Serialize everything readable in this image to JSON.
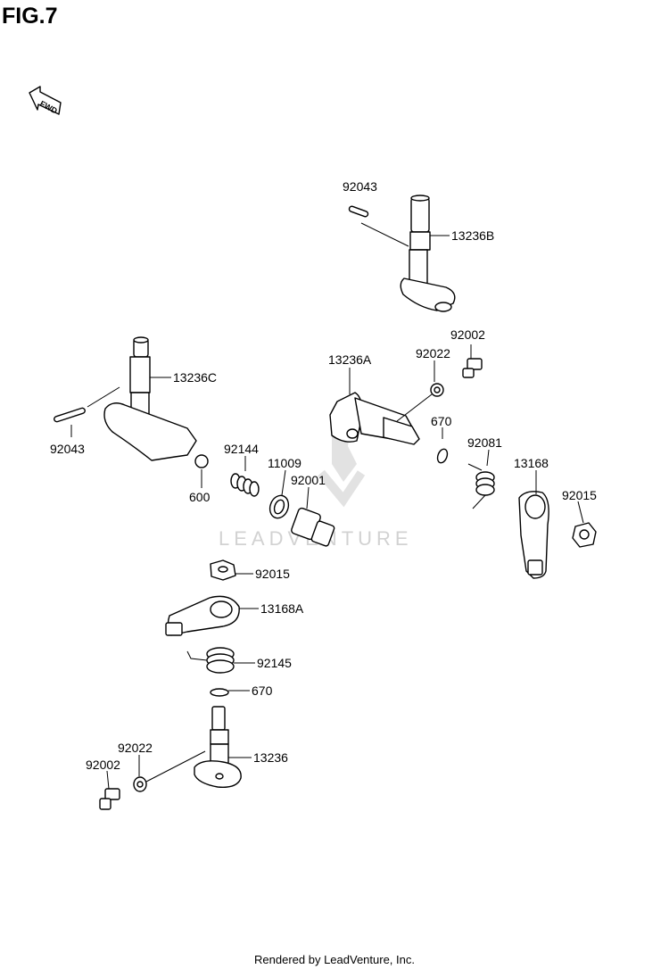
{
  "figure": {
    "title": "FIG.7",
    "fwd_label": "FWD"
  },
  "watermark": "LEADVENTURE",
  "footer": "Rendered by LeadVenture, Inc.",
  "callouts": [
    {
      "id": "c1",
      "label": "92043"
    },
    {
      "id": "c2",
      "label": "13236B"
    },
    {
      "id": "c3",
      "label": "92002"
    },
    {
      "id": "c4",
      "label": "13236A"
    },
    {
      "id": "c5",
      "label": "92022"
    },
    {
      "id": "c6",
      "label": "13236C"
    },
    {
      "id": "c7",
      "label": "670"
    },
    {
      "id": "c8",
      "label": "92081"
    },
    {
      "id": "c9",
      "label": "13168"
    },
    {
      "id": "c10",
      "label": "92043"
    },
    {
      "id": "c11",
      "label": "92144"
    },
    {
      "id": "c12",
      "label": "11009"
    },
    {
      "id": "c13",
      "label": "92001"
    },
    {
      "id": "c14",
      "label": "600"
    },
    {
      "id": "c15",
      "label": "92015"
    },
    {
      "id": "c16",
      "label": "92015"
    },
    {
      "id": "c17",
      "label": "13168A"
    },
    {
      "id": "c18",
      "label": "92145"
    },
    {
      "id": "c19",
      "label": "670"
    },
    {
      "id": "c20",
      "label": "92022"
    },
    {
      "id": "c21",
      "label": "92002"
    },
    {
      "id": "c22",
      "label": "13236"
    }
  ]
}
